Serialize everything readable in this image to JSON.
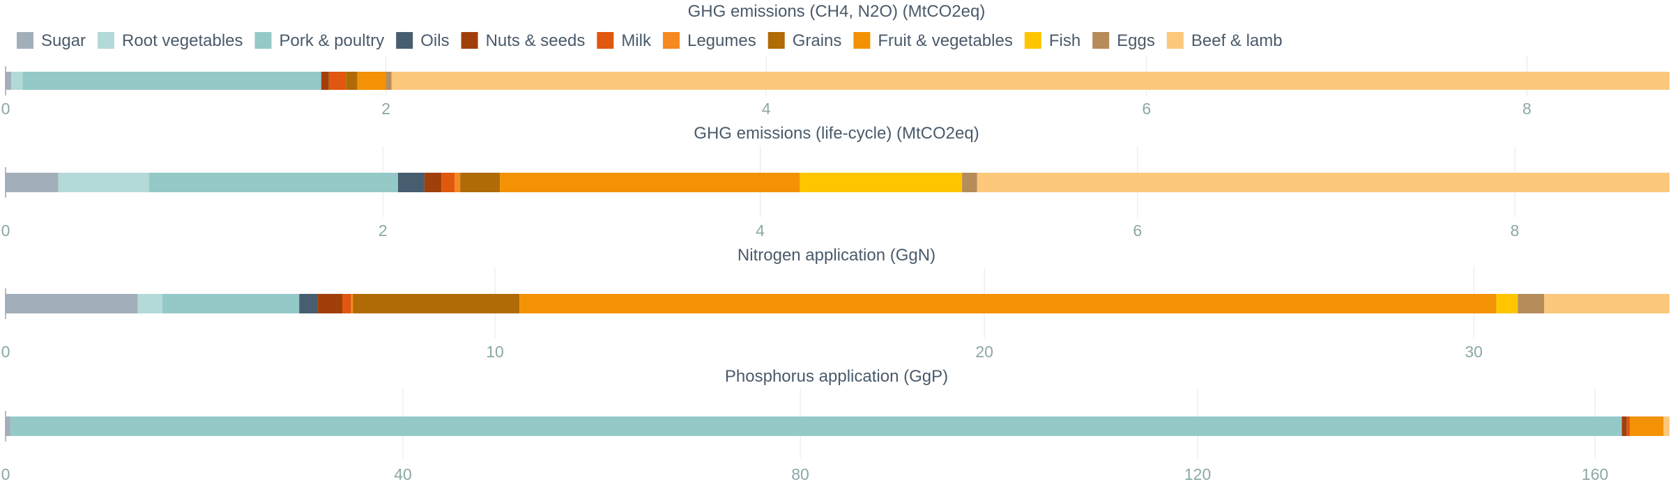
{
  "chart_data": {
    "type": "bar",
    "orientation": "horizontal",
    "stacked": true,
    "legend_position": "top",
    "grid": true,
    "categories": [
      "Sugar",
      "Root vegetables",
      "Pork & poultry",
      "Oils",
      "Nuts & seeds",
      "Milk",
      "Legumes",
      "Grains",
      "Fruit & vegetables",
      "Fish",
      "Eggs",
      "Beef & lamb"
    ],
    "colors": [
      "#a2afbb",
      "#b3d9d8",
      "#94c9c8",
      "#475d70",
      "#a13f0b",
      "#e0570f",
      "#f5881f",
      "#b06a06",
      "#f39205",
      "#ffc600",
      "#b58c5a",
      "#fcc87c"
    ],
    "panels": [
      {
        "title": "GHG emissions (CH4, N2O) (MtCO2eq)",
        "xlim": [
          0,
          8.75
        ],
        "ticks": [
          0,
          2,
          4,
          6,
          8
        ],
        "values": [
          0.03,
          0.06,
          1.57,
          0.0,
          0.04,
          0.09,
          0.0,
          0.06,
          0.15,
          0.0,
          0.03,
          6.72
        ]
      },
      {
        "title": "GHG emissions (life-cycle) (MtCO2eq)",
        "xlim": [
          0,
          8.82
        ],
        "ticks": [
          0,
          2,
          4,
          6,
          8
        ],
        "values": [
          0.28,
          0.48,
          1.32,
          0.14,
          0.09,
          0.07,
          0.03,
          0.21,
          1.59,
          0.86,
          0.08,
          3.67
        ]
      },
      {
        "title": "Nitrogen application (GgN)",
        "xlim": [
          0,
          34.0
        ],
        "ticks": [
          0,
          10,
          20,
          30
        ],
        "values": [
          2.7,
          0.5,
          2.8,
          0.38,
          0.5,
          0.18,
          0.04,
          3.4,
          19.96,
          0.44,
          0.54,
          2.56
        ]
      },
      {
        "title": "Phosphorus application (GgP)",
        "xlim": [
          0,
          167.5
        ],
        "ticks": [
          0,
          40,
          80,
          120,
          160
        ],
        "values": [
          0.5,
          0.0,
          162.2,
          0.0,
          0.5,
          0.3,
          0.0,
          0.0,
          3.4,
          0.0,
          0.0,
          0.6
        ]
      }
    ]
  }
}
